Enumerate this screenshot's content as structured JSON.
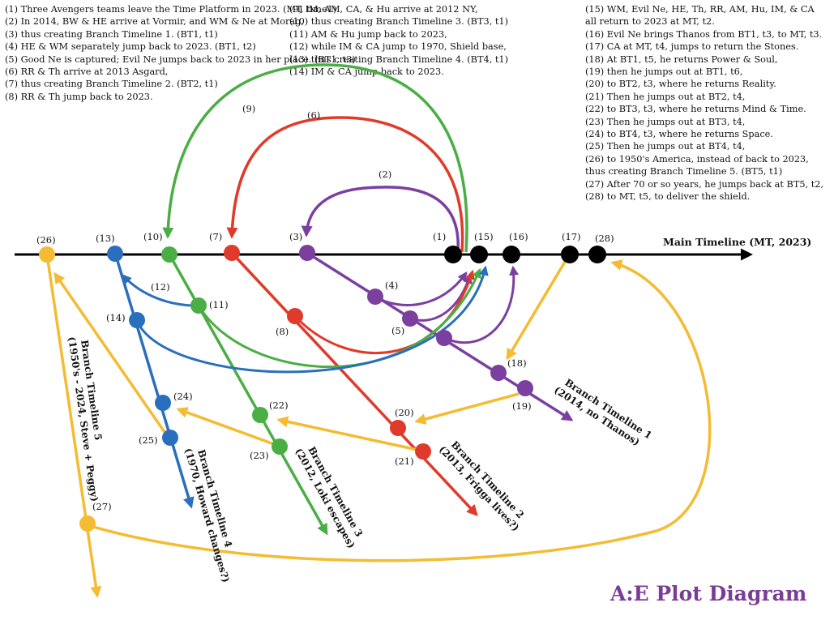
{
  "notes": {
    "col1": [
      "(1) Three Avengers teams leave the Time Platform in 2023. (MT, time1)",
      "(2) In 2014, BW & HE arrive at Vormir, and WM & Ne at Morag,",
      "(3) thus creating Branch Timeline 1. (BT1, t1)",
      "(4) HE & WM separately jump back to 2023. (BT1, t2)",
      "(5) Good Ne is captured; Evil Ne jumps back to 2023 in her place. (BT1, t3)",
      "(6) RR & Th arrive at 2013 Asgard,",
      "(7) thus creating Branch Timeline 2. (BT2, t1)",
      "(8) RR & Th jump back to 2023."
    ],
    "col2": [
      "(9) IM, AM, CA, & Hu arrive at 2012 NY,",
      "(10) thus creating Branch Timeline 3. (BT3, t1)",
      "(11) AM & Hu jump back to 2023,",
      "(12) while IM & CA jump to 1970, Shield base,",
      "(13) thus creating Branch Timeline 4. (BT4, t1)",
      "(14) IM & CA jump back to 2023."
    ],
    "col3": [
      "(15) WM, Evil Ne, HE, Th, RR, AM, Hu, IM, & CA",
      "all return to 2023 at MT, t2.",
      "(16) Evil Ne brings Thanos from BT1, t3, to MT, t3.",
      "(17) CA at MT, t4, jumps to return the Stones.",
      "(18) At BT1, t5, he returns Power & Soul,",
      "(19) then he jumps out at BT1, t6,",
      "(20) to BT2, t3, where he returns Reality.",
      "(21) Then he jumps out at BT2, t4,",
      "(22) to BT3, t3, where he returns Mind & Time.",
      "(23) Then he jumps out at BT3, t4,",
      "(24) to BT4, t3, where he returns Space.",
      "(25) Then he jumps out at BT4, t4,",
      "(26) to 1950's America, instead of back to 2023,",
      "thus creating Branch Timeline 5. (BT5, t1)",
      "(27) After 70 or so years, he jumps back at BT5, t2,",
      "(28) to MT, t5, to deliver the shield."
    ]
  },
  "main_timeline_label": "Main Timeline (MT, 2023)",
  "branches": {
    "bt1": [
      "Branch Timeline 1",
      "(2014, no Thanos)"
    ],
    "bt2": [
      "Branch Timeline 2",
      "(2013, Frigga lives?)"
    ],
    "bt3": [
      "Branch Timeline 3",
      "(2012, Loki escapes)"
    ],
    "bt4": [
      "Branch Timeline 4",
      "(1970, Howard changes?)"
    ],
    "bt5": [
      "Branch Timeline 5",
      "(1950's - 2024, Steve + Peggy)"
    ]
  },
  "nodes": {
    "n1": "(1)",
    "n2": "(2)",
    "n3": "(3)",
    "n4": "(4)",
    "n5": "(5)",
    "n6": "(6)",
    "n7": "(7)",
    "n8": "(8)",
    "n9": "(9)",
    "n10": "(10)",
    "n11": "(11)",
    "n12": "(12)",
    "n13": "(13)",
    "n14": "(14)",
    "n15": "(15)",
    "n16": "(16)",
    "n17": "(17)",
    "n18": "(18)",
    "n19": "(19)",
    "n20": "(20)",
    "n21": "(21)",
    "n22": "(22)",
    "n23": "(23)",
    "n24": "(24)",
    "n25": "(25)",
    "n26": "(26)",
    "n27": "(27)",
    "n28": "(28)"
  },
  "title": "A:E Plot Diagram",
  "colors": {
    "purple": "#7b3fa0",
    "red": "#e03a2a",
    "green": "#4aae45",
    "blue": "#2a6fbd",
    "yellow": "#f4bb33",
    "black": "#000000",
    "title": "#7a3d96"
  }
}
